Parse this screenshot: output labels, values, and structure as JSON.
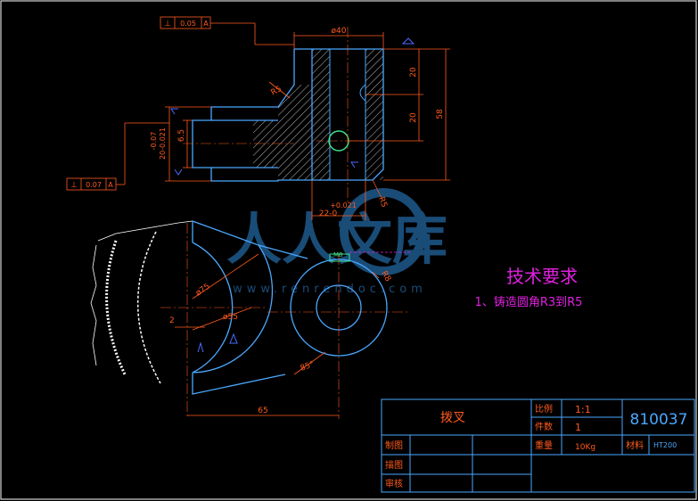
{
  "colors": {
    "background": "#000000",
    "frame": "#ffffff",
    "outline": "#4aa8ff",
    "dimension": "#ff5a1e",
    "hatch": "#ffffff",
    "note": "#e020e0",
    "watermark": "#1e5a8c",
    "title_block": "#4aa8ff",
    "title_text": "#ff5a1e"
  },
  "tolerance_frames": {
    "top": {
      "symbol": "⊥",
      "value": "0.05",
      "datum": "A"
    },
    "left": {
      "symbol": "⊥",
      "value": "0.07",
      "datum": "A"
    }
  },
  "dimensions": {
    "top_width": "ø40",
    "chamfer_top": "R5",
    "height_upper": "20",
    "height_lower": "20",
    "height_total": "58",
    "slot_width": "6.5",
    "slot_tol_upper": "-0.07",
    "slot_tol_lower": "20-0.021",
    "slot_fit_upper": "+0.021",
    "slot_fit": "22-0",
    "fillet_right": "R5",
    "threaded_hole": "M8",
    "small_fillet": "R8",
    "arc_outer": "ø75",
    "arc_inner": "ø55",
    "offset": "2",
    "angle": "85°",
    "center_distance": "65"
  },
  "tech_requirements": {
    "title": "技术要求",
    "item1": "1、铸造圆角R3到R5"
  },
  "watermark": {
    "title": "人人文库",
    "url": "www.renrendoc.com"
  },
  "title_block": {
    "part_name": "拨叉",
    "scale_label": "比例",
    "scale_value": "1:1",
    "quantity_label": "件数",
    "quantity_value": "1",
    "drawing_number": "810037",
    "weight_label": "重量",
    "weight_value": "10Kg",
    "material_label": "材料",
    "material_value": "HT200",
    "drawn_label": "制图",
    "designed_label": "描图",
    "reviewed_label": "审核"
  }
}
